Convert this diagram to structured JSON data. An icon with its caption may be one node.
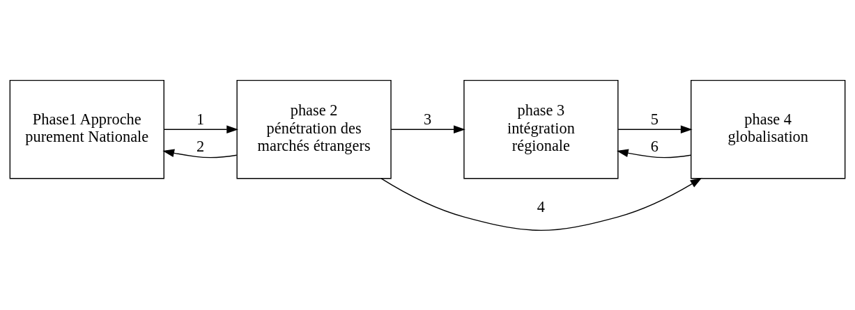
{
  "diagram": {
    "nodes": [
      {
        "text": [
          "Phase1 Approche purement Nationale"
        ]
      },
      {
        "text": [
          "phase 2 pénétration des marchés étrangers"
        ]
      },
      {
        "text": [
          "phase 3 intégration régionale"
        ]
      },
      {
        "text": [
          "phase 4 globalisation"
        ]
      }
    ],
    "edges": [
      {
        "from": 0,
        "to": 1,
        "arrow": "to",
        "label": "1"
      },
      {
        "from": 1,
        "to": 0,
        "arrow": "to",
        "label": "2"
      },
      {
        "from": 1,
        "to": 2,
        "arrow": "to",
        "label": "3"
      },
      {
        "from": 1,
        "to": 3,
        "arrow": "to",
        "label": "4"
      },
      {
        "from": 2,
        "to": 3,
        "arrow": "to",
        "label": "5"
      },
      {
        "from": 3,
        "to": 2,
        "arrow": "to",
        "label": "6"
      }
    ]
  }
}
